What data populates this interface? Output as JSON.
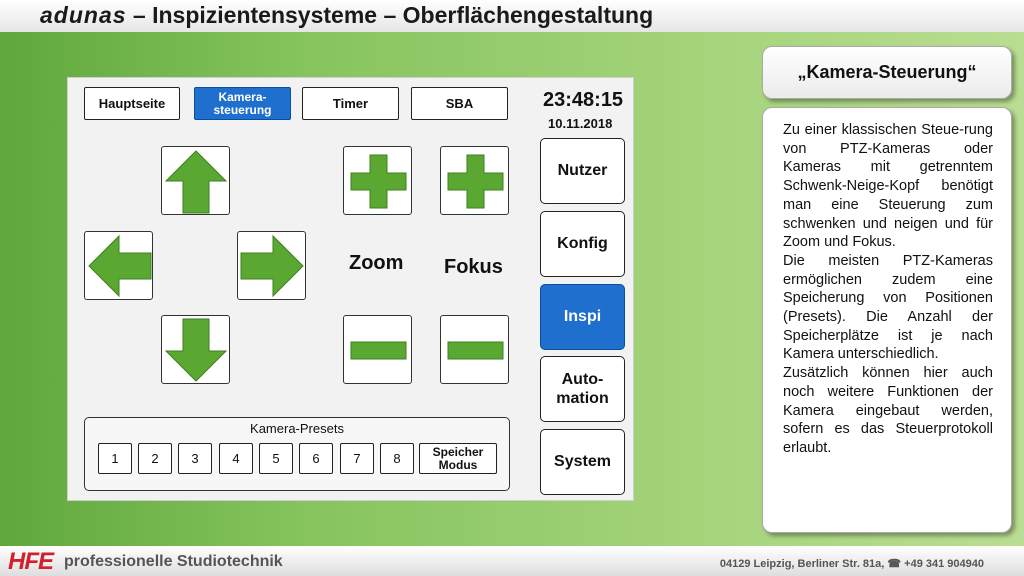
{
  "header": {
    "brand": "adunas",
    "title_rest": " – Inspizientensysteme – Oberflächengestaltung"
  },
  "panel": {
    "tabs": [
      {
        "label": "Hauptseite",
        "active": false
      },
      {
        "label": "Kamera-\nsteuerung",
        "active": true
      },
      {
        "label": "Timer",
        "active": false
      },
      {
        "label": "SBA",
        "active": false
      }
    ],
    "time": "23:48:15",
    "date": "10.11.2018",
    "side_buttons": [
      {
        "label": "Nutzer",
        "active": false
      },
      {
        "label": "Konfig",
        "active": false
      },
      {
        "label": "Inspi",
        "active": true
      },
      {
        "label": "Auto-\nmation",
        "active": false
      },
      {
        "label": "System",
        "active": false
      }
    ],
    "zoom_label": "Zoom",
    "focus_label": "Fokus",
    "presets": {
      "title": "Kamera-Presets",
      "buttons": [
        "1",
        "2",
        "3",
        "4",
        "5",
        "6",
        "7",
        "8"
      ],
      "mode_label": "Speicher\nModus"
    },
    "icons": {
      "up": "arrow-up-icon",
      "down": "arrow-down-icon",
      "left": "arrow-left-icon",
      "right": "arrow-right-icon",
      "plus": "plus-icon",
      "minus": "minus-icon"
    },
    "colors": {
      "active": "#1f6fce",
      "arrow_green": "#5aa832"
    }
  },
  "callout": {
    "title": "„Kamera-Steuerung“",
    "paragraphs": [
      "Zu einer klassischen Steue-rung von PTZ-Kameras oder Kameras mit getrenntem Schwenk-Neige-Kopf benötigt man eine Steuerung zum schwenken und neigen und für Zoom und Fokus.",
      "Die meisten PTZ-Kameras ermöglichen zudem eine Speicherung von Positionen (Presets). Die Anzahl der Speicherplätze ist je nach Kamera unterschiedlich.",
      "Zusätzlich können hier auch noch weitere Funktionen der Kamera eingebaut werden, sofern es das Steuerprotokoll erlaubt."
    ]
  },
  "footer": {
    "logo": "HFE",
    "tagline": "professionelle Studiotechnik",
    "address": "04129 Leipzig, Berliner Str. 81a, ☎ +49 341 904940"
  }
}
